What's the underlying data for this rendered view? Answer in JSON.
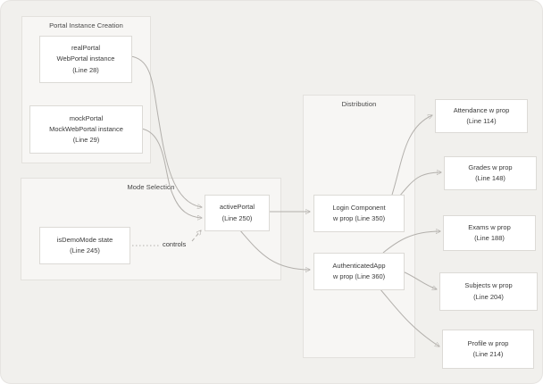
{
  "diagram": {
    "groups": {
      "portalCreation": {
        "title": "Portal Instance Creation"
      },
      "modeSelection": {
        "title": "Mode Selection"
      },
      "distribution": {
        "title": "Distribution"
      }
    },
    "nodes": {
      "realPortal": {
        "l1": "realPortal",
        "l2": "WebPortal instance",
        "l3": "(Line 28)"
      },
      "mockPortal": {
        "l1": "mockPortal",
        "l2": "MockWebPortal instance",
        "l3": "(Line 29)"
      },
      "isDemoMode": {
        "l1": "isDemoMode state",
        "l2": "(Line 245)"
      },
      "activePortal": {
        "l1": "activePortal",
        "l2": "(Line 250)"
      },
      "login": {
        "l1": "Login Component",
        "l2": "w prop (Line 350)"
      },
      "authApp": {
        "l1": "AuthenticatedApp",
        "l2": "w prop (Line 360)"
      },
      "attendance": {
        "l1": "Attendance w prop",
        "l2": "(Line 114)"
      },
      "grades": {
        "l1": "Grades w prop",
        "l2": "(Line 148)"
      },
      "exams": {
        "l1": "Exams w prop",
        "l2": "(Line 188)"
      },
      "subjects": {
        "l1": "Subjects w prop",
        "l2": "(Line 204)"
      },
      "profile": {
        "l1": "Profile w prop",
        "l2": "(Line 214)"
      }
    },
    "edge_labels": {
      "controls": "controls"
    },
    "colors": {
      "canvas_bg": "#f1f0ed",
      "group_fill": "#f7f6f4",
      "group_border": "#e3e1dd",
      "node_border": "#dcdad6",
      "edge": "#b3b0ac",
      "text": "#393939"
    }
  }
}
